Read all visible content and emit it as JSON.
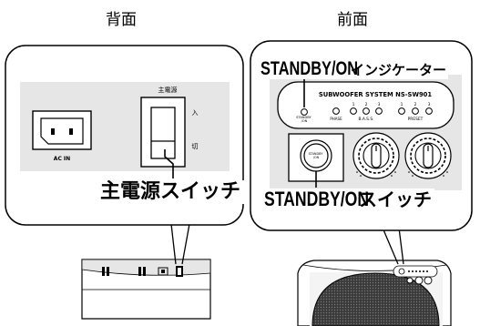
{
  "header": {
    "back_label": "背面",
    "front_label": "前面"
  },
  "back_panel": {
    "ac_in_label": "AC IN",
    "switch_title": "主電源",
    "on_mark": "入",
    "off_mark": "切",
    "callout": "主電源スイッチ"
  },
  "front_panel": {
    "system_name": "SUBWOOFER SYSTEM NS-SW901",
    "standby_label": "STANDBY\n/ON",
    "phase_label": "PHASE",
    "bass_label": "B.A.S.S.",
    "preset_label": "PRESET",
    "numbers": [
      "1",
      "2",
      "3"
    ],
    "button_text": "STANDBY\n/ON",
    "indicator_callout": {
      "latin": "STANDBY/ON",
      "kana": "インジケーター"
    },
    "switch_callout": {
      "latin": "STANDBY/ON",
      "kana": "スイッチ"
    }
  }
}
